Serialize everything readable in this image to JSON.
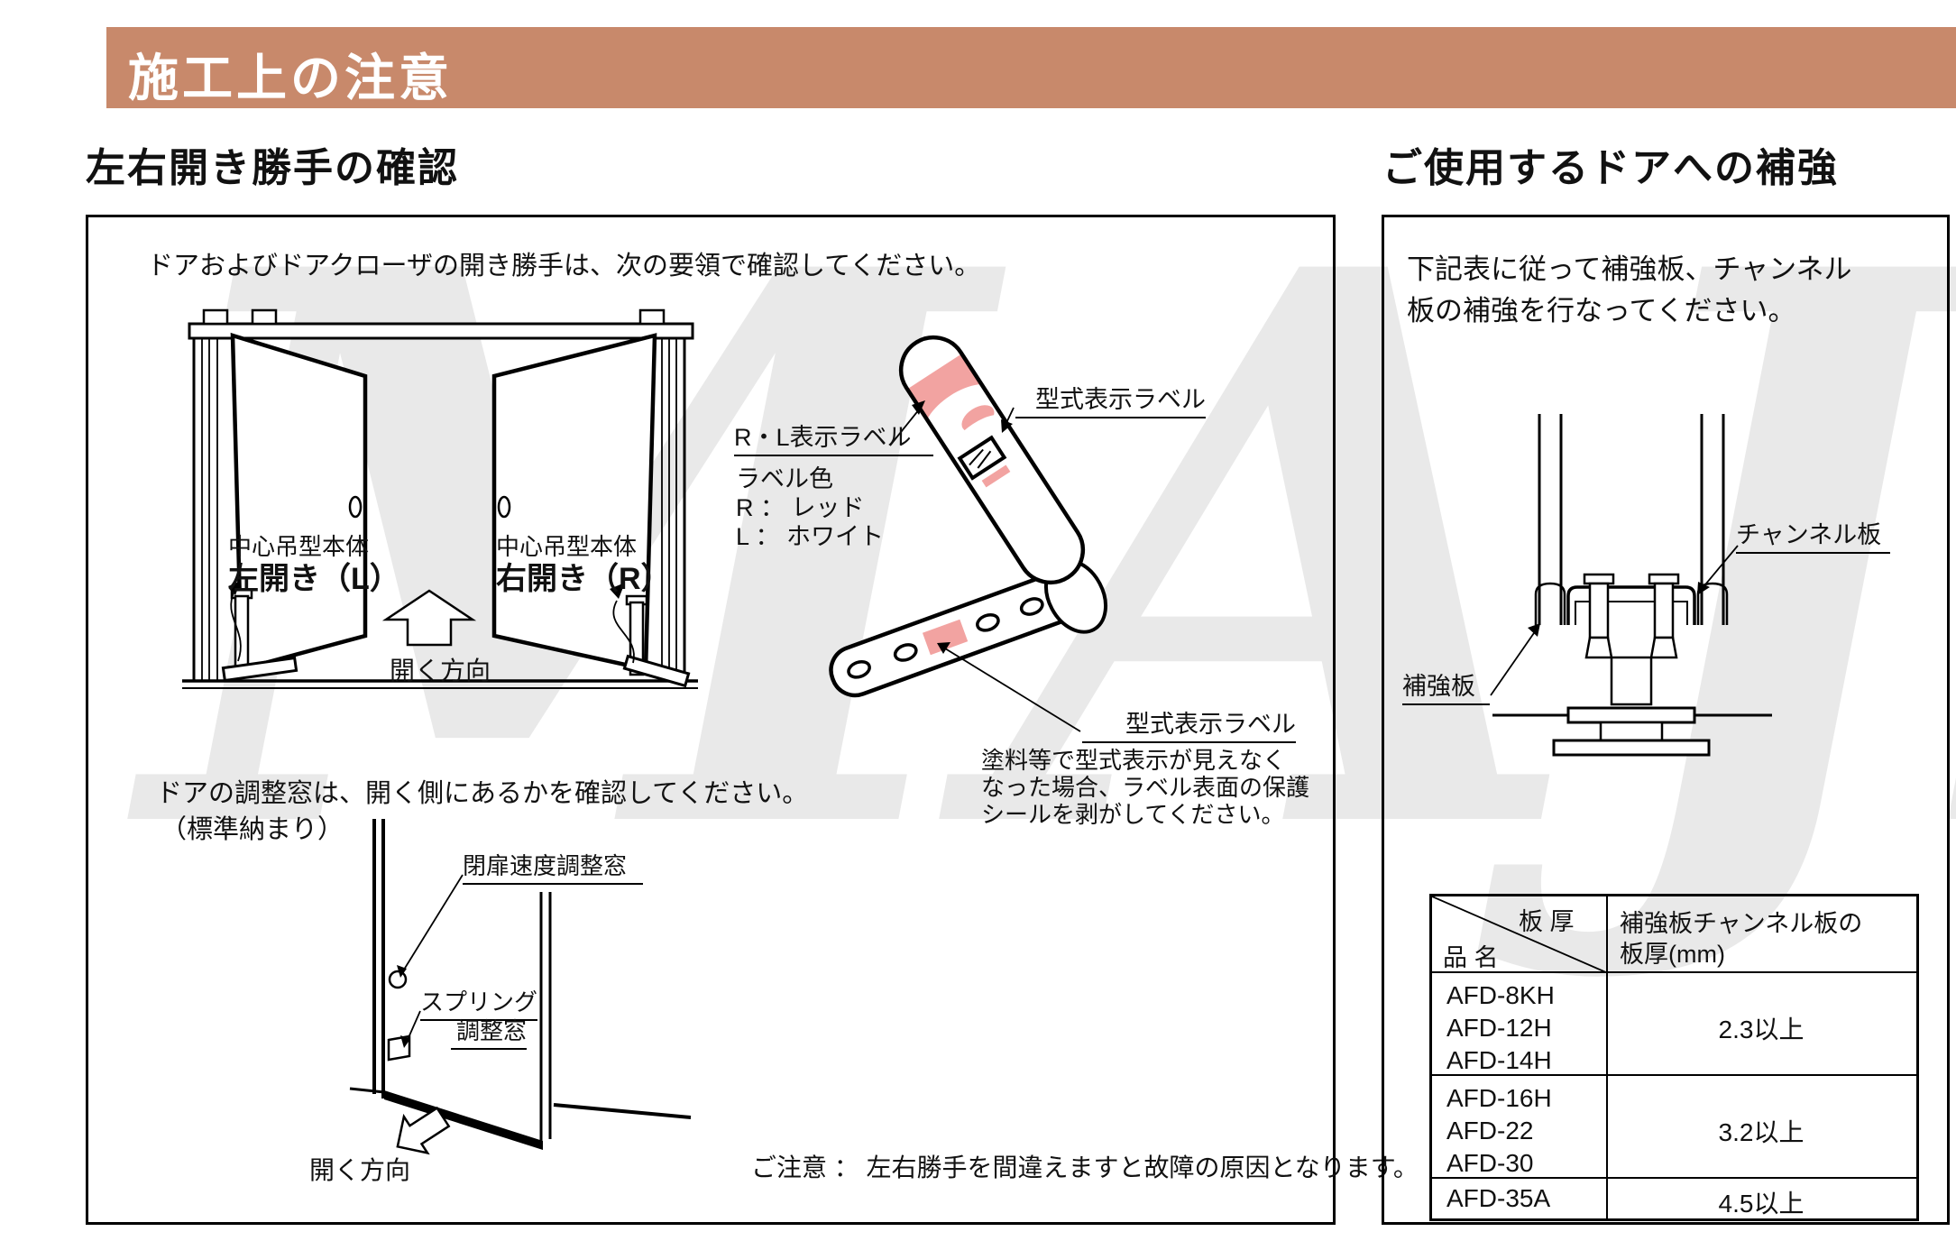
{
  "header": {
    "title": "施工上の注意"
  },
  "watermark": "MAJI",
  "left_section": {
    "heading": "左右開き勝手の確認",
    "intro": "ドアおよびドアクローザの開き勝手は、次の要領で確認してください。",
    "door_diagram": {
      "left_body": "中心吊型本体",
      "left_hand": "左開き（L）",
      "right_body": "中心吊型本体",
      "right_hand": "右開き（R）",
      "open_direction": "開く方向"
    },
    "closer_diagram": {
      "rl_label": "R・L表示ラベル",
      "label_color_title": "ラベル色",
      "label_color_r": "R ： レッド",
      "label_color_l": "L ： ホワイト",
      "model_label_top": "型式表示ラベル",
      "model_label_bottom": "型式表示ラベル",
      "model_note_lines": [
        "塗料等で型式表示が見えなく",
        "なった場合、ラベル表面の保護",
        "シールを剥がしてください。"
      ]
    },
    "window_check": {
      "text": "ドアの調整窓は、開く側にあるかを確認してください。",
      "sub": "（標準納まり）",
      "speed_window": "閉扉速度調整窓",
      "spring_line1": "スプリング",
      "spring_line2": "調整窓",
      "open_direction": "開く方向"
    },
    "note": "ご注意 ： 左右勝手を間違えますと故障の原因となります。"
  },
  "right_section": {
    "heading": "ご使用するドアへの補強",
    "intro_line1": "下記表に従って補強板、チャンネル",
    "intro_line2": "板の補強を行なってください。",
    "labels": {
      "channel": "チャンネル板",
      "reinforce": "補強板"
    },
    "table": {
      "corner_top": "板 厚",
      "corner_bottom": "品 名",
      "col2_line1": "補強板チャンネル板の",
      "col2_line2": "板厚(mm)",
      "rows": [
        {
          "models": [
            "AFD-8KH",
            "AFD-12H",
            "AFD-14H"
          ],
          "thickness": "2.3以上"
        },
        {
          "models": [
            "AFD-16H",
            "AFD-22",
            "AFD-30"
          ],
          "thickness": "3.2以上"
        },
        {
          "models": [
            "AFD-35A"
          ],
          "thickness": "4.5以上"
        }
      ]
    }
  },
  "colors": {
    "header_bg": "#c8896b",
    "label_pink": "#f2a3a1",
    "watermark": "#e9e9e9"
  }
}
